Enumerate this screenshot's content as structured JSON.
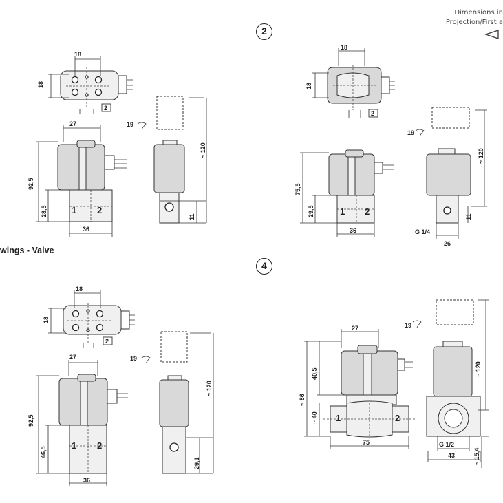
{
  "header": {
    "line1": "Dimensions in",
    "line2": "Projection/First a"
  },
  "section_title": "wings - Valve",
  "badges": {
    "two": "2",
    "four": "4"
  },
  "view1": {
    "top_width": "18",
    "top_height": "18",
    "top_box": "2",
    "front_width": "27",
    "front_height": "92,5",
    "lower_height": "28,5",
    "base_width": "36",
    "port_a": "1",
    "port_b": "2",
    "wrench": "19",
    "side_height": "~ 120",
    "side_bottom": "11"
  },
  "view2": {
    "top_width": "18",
    "top_height": "18",
    "top_box": "2",
    "front_height": "75,5",
    "lower_height": "29,5",
    "base_width": "36",
    "port_a": "1",
    "port_b": "2",
    "wrench": "19",
    "side_height": "~ 120",
    "side_bottom": "11",
    "thread": "G 1/4",
    "side_width": "26"
  },
  "view3": {
    "top_width": "18",
    "top_height": "18",
    "top_box": "2",
    "front_width": "27",
    "front_height": "92,5",
    "lower_height": "46,5",
    "base_width": "36",
    "port_a": "1",
    "port_b": "2",
    "wrench": "19",
    "side_height": "~ 120",
    "side_bottom": "29,1"
  },
  "view4": {
    "front_width": "27",
    "upper_height": "40,5",
    "total_height": "~ 86",
    "lower_height": "~ 40",
    "port_a": "1",
    "port_b": "2",
    "base_width": "75",
    "wrench": "19",
    "side_height": "~ 120",
    "thread": "G 1/2",
    "side_width": "43",
    "side_bottom": "~ 15,4"
  }
}
